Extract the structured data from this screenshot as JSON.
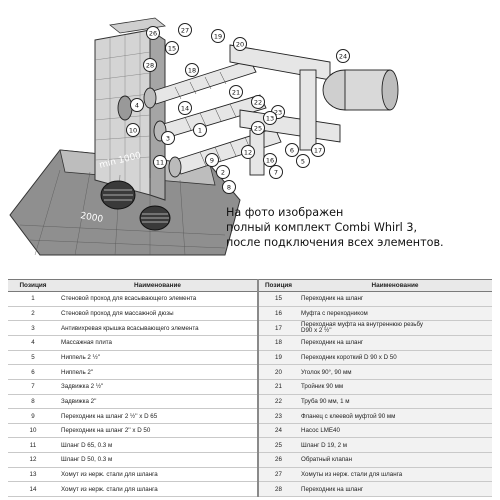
{
  "caption": {
    "line1": "На фото изображен",
    "line2": "полный комплект Combi Whirl 3,",
    "line3": "после подключения всех элементов."
  },
  "drawing": {
    "scale_label_1": "min 1000",
    "scale_label_2": "2000",
    "callouts": [
      "26",
      "27",
      "15",
      "19",
      "20",
      "28",
      "18",
      "4",
      "14",
      "10",
      "1",
      "3",
      "23",
      "11",
      "9",
      "24",
      "17",
      "8",
      "25",
      "22",
      "13",
      "21",
      "12",
      "5",
      "16",
      "6",
      "7",
      "2"
    ]
  },
  "table": {
    "headers": {
      "left_pos": "Позиция",
      "left_name": "Наименование",
      "right_pos": "Позиция",
      "right_name": "Наименование"
    },
    "rows": [
      {
        "lp": "1",
        "ln": "Стеновой проход для всасывающего элемента",
        "rp": "15",
        "rn": "Переходник на шланг"
      },
      {
        "lp": "2",
        "ln": "Стеновой проход для массажной дюзы",
        "rp": "16",
        "rn": "Муфта с переходником"
      },
      {
        "lp": "3",
        "ln": "Антивихревая крышка всасывающего элемента",
        "rp": "17",
        "rn": "Переходная муфта на внутреннюю резьбу",
        "rn2": "D90 x 2 ½''"
      },
      {
        "lp": "4",
        "ln": "Массажная плита",
        "rp": "18",
        "rn": "Переходник на шланг"
      },
      {
        "lp": "5",
        "ln": "Ниппель 2 ½''",
        "rp": "19",
        "rn": "Переходник короткий D 90 x D 50"
      },
      {
        "lp": "6",
        "ln": "Ниппель 2''",
        "rp": "20",
        "rn": "Уголок 90°, 90 мм"
      },
      {
        "lp": "7",
        "ln": "Задвижка 2 ½''",
        "rp": "21",
        "rn": "Тройник 90 мм"
      },
      {
        "lp": "8",
        "ln": "Задвижка 2''",
        "rp": "22",
        "rn": "Труба 90 мм, 1 м"
      },
      {
        "lp": "9",
        "ln": "Переходник на шланг 2 ½'' x D 65",
        "rp": "23",
        "rn": "Фланец с клеевой муфтой 90 мм"
      },
      {
        "lp": "10",
        "ln": "Переходник на шланг 2'' x D 50",
        "rp": "24",
        "rn": "Насос LME40"
      },
      {
        "lp": "11",
        "ln": "Шланг D 65, 0.3 м",
        "rp": "25",
        "rn": "Шланг D 19, 2 м"
      },
      {
        "lp": "12",
        "ln": "Шланг D 50, 0.3 м",
        "rp": "26",
        "rn": "Обратный клапан"
      },
      {
        "lp": "13",
        "ln": "Хомут из нерж. стали для шланга",
        "rp": "27",
        "rn": "Хомуты из нерж. стали для шланга"
      },
      {
        "lp": "14",
        "ln": "Хомут из нерж. стали для шланга",
        "rp": "28",
        "rn": "Переходник на шланг"
      }
    ]
  }
}
